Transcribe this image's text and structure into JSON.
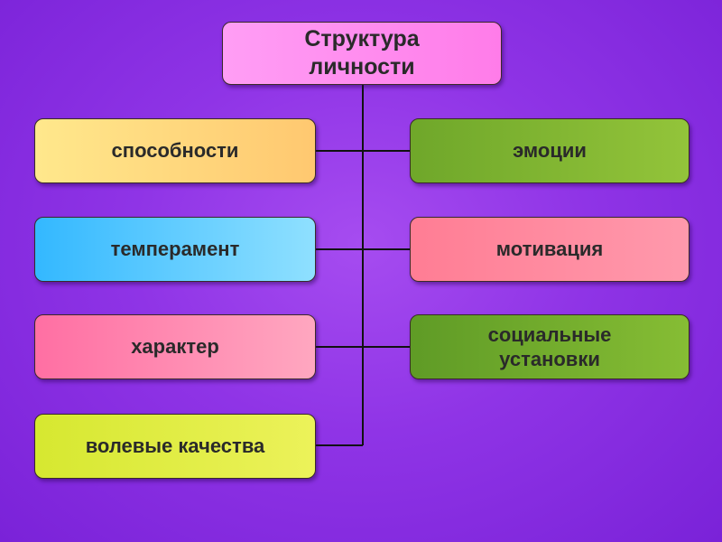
{
  "title": "Структура\nличности",
  "left_items": [
    {
      "label": "способности",
      "color": "#ffd47c"
    },
    {
      "label": "темперамент",
      "color": "#5cc6ff"
    },
    {
      "label": "характер",
      "color": "#ff8ab0"
    },
    {
      "label": "волевые качества",
      "color": "#e0ec48"
    }
  ],
  "right_items": [
    {
      "label": "эмоции",
      "color": "#80b632"
    },
    {
      "label": "мотивация",
      "color": "#ff8ba0"
    },
    {
      "label": "социальные\nустановки",
      "color": "#72ac2e"
    }
  ],
  "colors": {
    "background": "#8f34e6",
    "title_box": "#ff8cee",
    "connector": "#111111"
  }
}
